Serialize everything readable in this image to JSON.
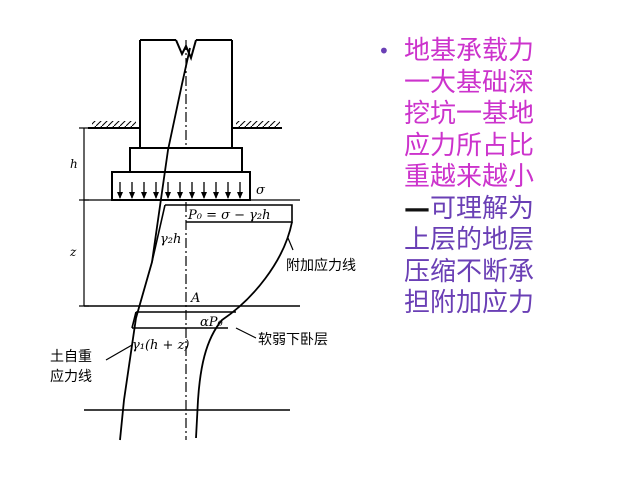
{
  "figure": {
    "labels": {
      "h": "h",
      "z": "z",
      "sigma": "σ",
      "p0_formula": "P₀ = σ − γ₂h",
      "gamma2h": "γ₂h",
      "point_a": "A",
      "alpha_p0": "αP₀",
      "gamma1": "γ₁(h + z)",
      "additional_stress_line": "附加应力线",
      "soft_underlying_layer": "软弱下卧层",
      "self_weight_line_1": "土自重",
      "self_weight_line_2": "应力线"
    }
  },
  "bullet": {
    "marker": "•",
    "text_part1": "地基承载力一大基础深挖坑一基地应力所占比重越来越小",
    "dash": "—",
    "text_part2": "可理解为上层的地层压缩不断承担附加应力",
    "colors": {
      "magenta": "#cc33cc",
      "purple": "#6a3fb5",
      "dash": "#111111"
    }
  }
}
